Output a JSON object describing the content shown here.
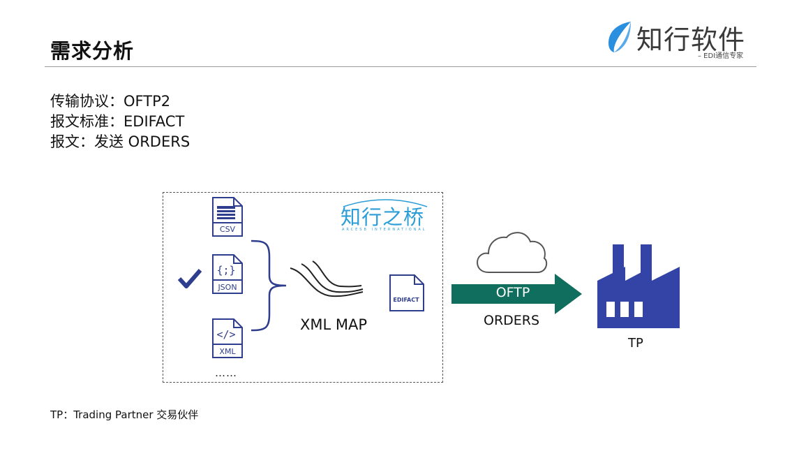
{
  "header": {
    "title": "需求分析",
    "logo": {
      "name": "知行软件",
      "tagline": "– EDI通信专家"
    }
  },
  "requirements": [
    "传输协议：OFTP2",
    "报文标准：EDIFACT",
    "报文：发送 ORDERS"
  ],
  "diagram": {
    "files": {
      "csv": "CSV",
      "json": "JSON",
      "xml": "XML",
      "more": "……"
    },
    "selected_icon": "checkmark-icon",
    "bridge_logo": {
      "name": "知行之桥",
      "subtitle": "ARCESB INTERNATIONAL"
    },
    "map_label": "XML MAP",
    "output_file": "EDIFACT",
    "protocol": "OFTP",
    "message": "ORDERS",
    "partner": "TP",
    "colors": {
      "file_blue": "#2f3d8e",
      "arrow_green": "#0f6e5d",
      "factory_blue": "#3344a6",
      "bridge_blue": "#2b9dd7"
    }
  },
  "footnote": "TP：Trading Partner 交易伙伴"
}
